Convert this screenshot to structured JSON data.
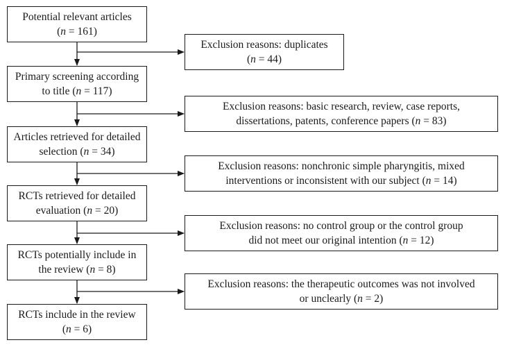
{
  "flow": {
    "main_boxes": [
      {
        "line1": "Potential relevant articles",
        "line2": "(n = 161)"
      },
      {
        "line1": "Primary screening according",
        "line2": "to title (n = 117)"
      },
      {
        "line1": "Articles retrieved for detailed",
        "line2": "selection (n = 34)"
      },
      {
        "line1": "RCTs retrieved for detailed",
        "line2": "evaluation (n = 20)"
      },
      {
        "line1": "RCTs potentially include in",
        "line2": "the review (n = 8)"
      },
      {
        "line1": "RCTs include in the review",
        "line2": "(n = 6)"
      }
    ],
    "exclusion_boxes": [
      {
        "line1": "Exclusion reasons: duplicates",
        "line2": "(n = 44)"
      },
      {
        "line1": "Exclusion reasons: basic research, review, case reports,",
        "line2": "dissertations, patents, conference papers (n = 83)"
      },
      {
        "line1": "Exclusion reasons: nonchronic simple pharyngitis, mixed",
        "line2": "interventions or inconsistent with our subject (n = 14)"
      },
      {
        "line1": "Exclusion reasons: no control group or the control group",
        "line2": "did not meet our original intention (n = 12)"
      },
      {
        "line1": "Exclusion reasons: the therapeutic outcomes was not involved",
        "line2": "or unclearly (n = 2)"
      }
    ]
  }
}
